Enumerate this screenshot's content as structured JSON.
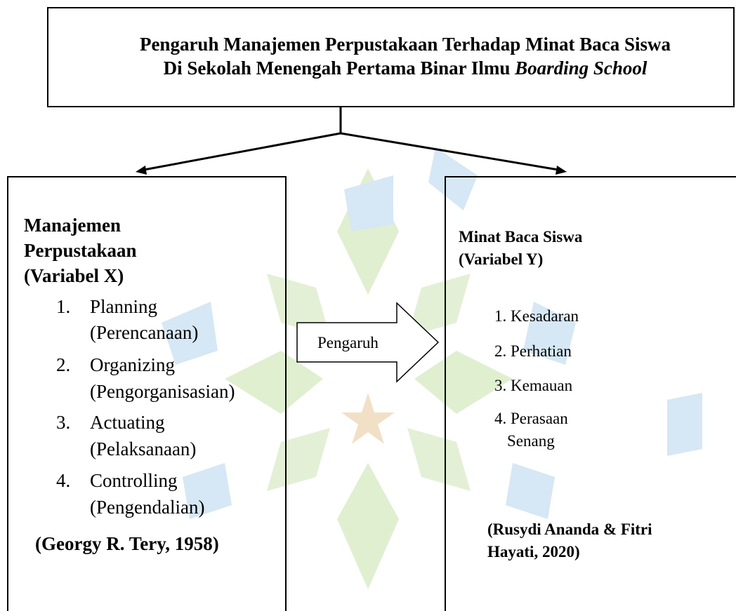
{
  "title": {
    "line1": "Pengaruh Manajemen Perpustakaan Terhadap Minat Baca Siswa",
    "line2_prefix": "Di Sekolah Menengah Pertama Binar Ilmu ",
    "line2_italic": "Boarding School"
  },
  "left": {
    "heading": [
      "Manajemen",
      "Perpustakaan",
      "(Variabel X)"
    ],
    "items": [
      {
        "num": "1.",
        "label": "Planning",
        "sub": "(Perencanaan)"
      },
      {
        "num": "2.",
        "label": "Organizing",
        "sub": "(Pengorganisasian)"
      },
      {
        "num": "3.",
        "label": "Actuating",
        "sub": "(Pelaksanaan)"
      },
      {
        "num": "4.",
        "label": "Controlling",
        "sub": "(Pengendalian)"
      }
    ],
    "citation": "(Georgy R. Tery, 1958)"
  },
  "arrow_label": "Pengaruh",
  "right": {
    "heading": [
      "Minat Baca Siswa",
      "(Variabel Y)"
    ],
    "items": [
      "1. Kesadaran",
      "2. Perhatian",
      "3. Kemauan",
      "4. Perasaan",
      "Senang"
    ],
    "citation": [
      "(Rusydi Ananda & Fitri",
      "Hayati, 2020)"
    ]
  },
  "colors": {
    "watermark_green": "#d9ecc4",
    "watermark_blue": "#cfe3f3",
    "watermark_star": "#f0dcc0"
  }
}
